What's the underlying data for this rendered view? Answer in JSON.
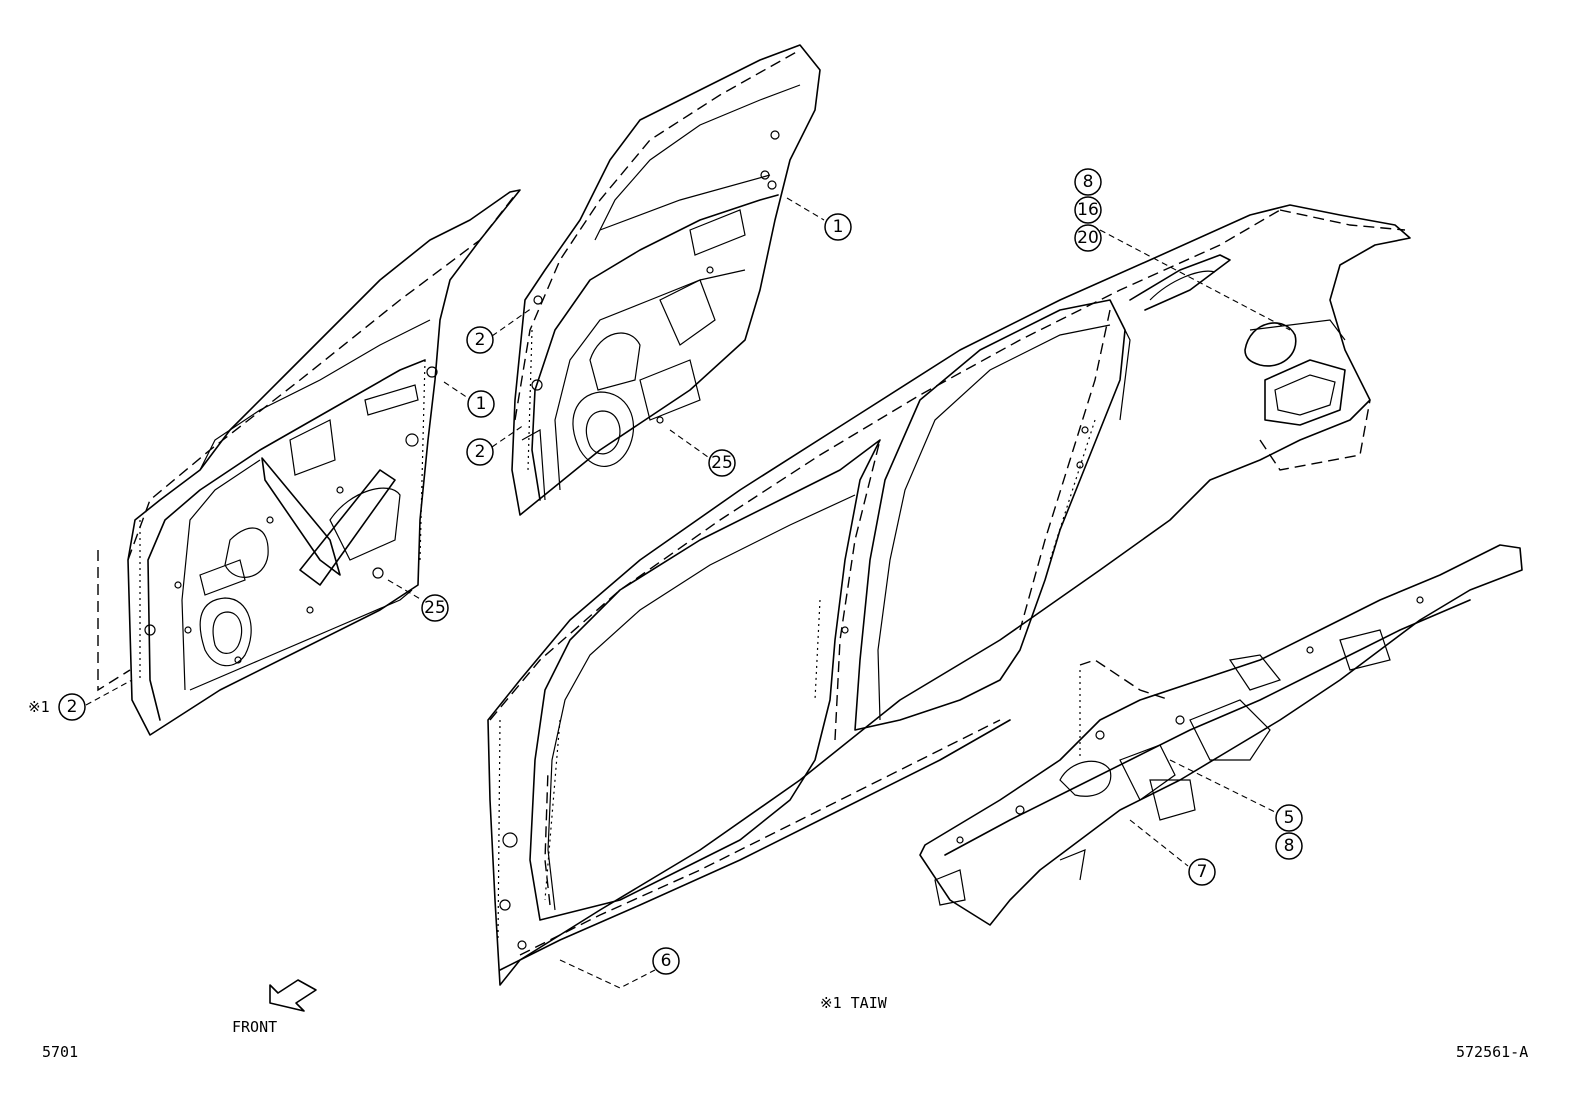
{
  "callouts": {
    "rear_door_1": "1",
    "front_door_1": "1",
    "rear_door_2_upper": "2",
    "rear_door_2_lower": "2",
    "rear_door_25": "25",
    "front_door_25": "25",
    "taiw_2": "2",
    "quarter_8": "8",
    "quarter_16": "16",
    "quarter_20": "20",
    "rocker_6": "6",
    "floor_5": "5",
    "floor_8": "8",
    "floor_7": "7"
  },
  "labels": {
    "taiw_marker": "※1",
    "taiw_note": "※1  TAIW",
    "front": "FRONT",
    "page_code": "5701",
    "diagram_code": "572561-A"
  }
}
